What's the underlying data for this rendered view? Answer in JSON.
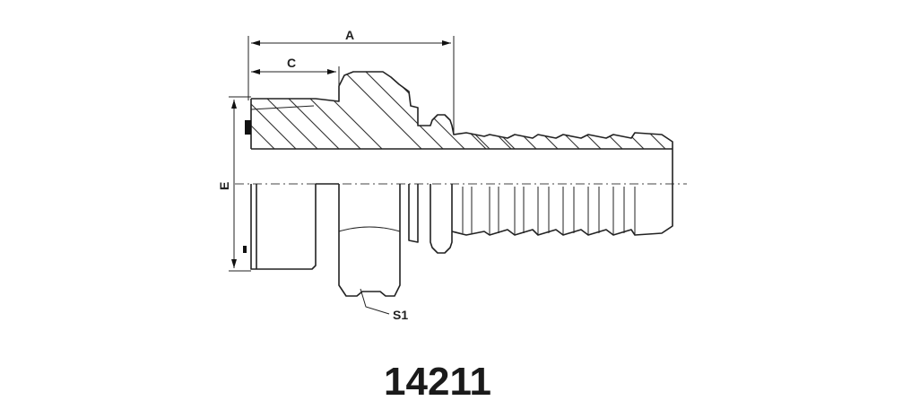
{
  "drawing": {
    "part_number": "14211",
    "dimension_labels": {
      "a": "A",
      "c": "C",
      "e": "E",
      "s1": "S1"
    }
  }
}
